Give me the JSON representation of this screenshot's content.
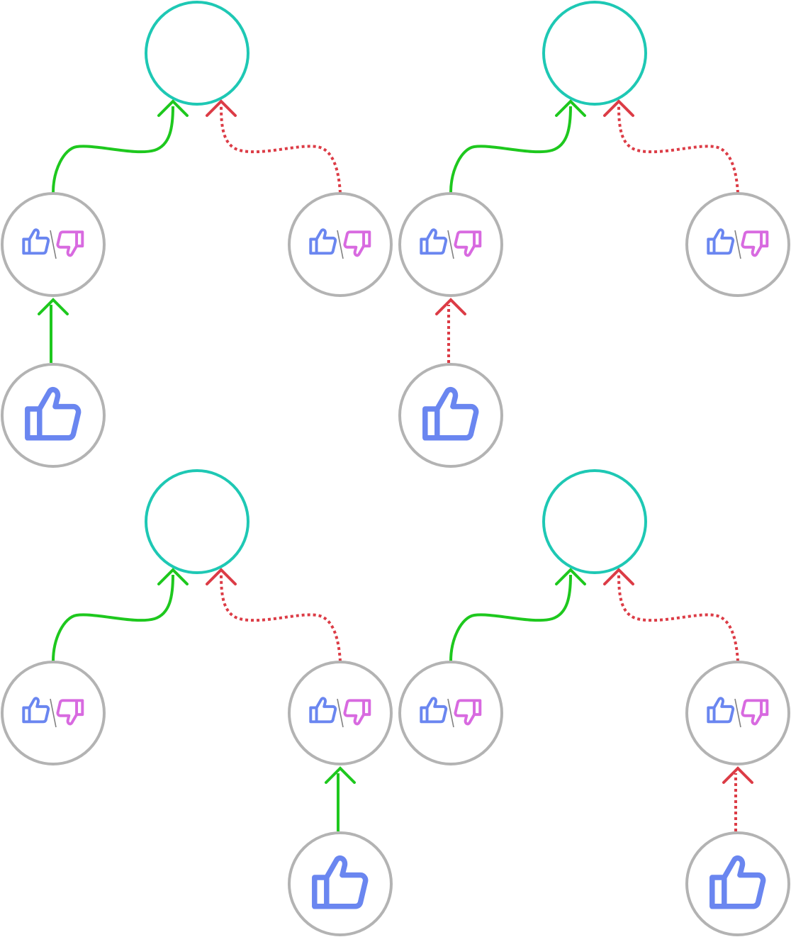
{
  "colors": {
    "target_stroke": "#1ec8b4",
    "node_stroke": "#b3b3b3",
    "positive_edge": "#1ec81e",
    "negative_edge": "#dc3c46",
    "thumb_up": "#6a86f0",
    "thumb_down": "#d86ae0",
    "separator": "#808080",
    "background": "#ffffff"
  },
  "icons": {
    "mixed_vote": [
      "thumbs-up-icon",
      "thumbs-down-icon"
    ],
    "upvote": "thumbs-up-icon"
  },
  "panels": [
    {
      "id": "top-left",
      "left_edge": "positive",
      "right_edge": "negative",
      "input_under": "left",
      "input_edge": "positive"
    },
    {
      "id": "top-right",
      "left_edge": "positive",
      "right_edge": "negative",
      "input_under": "left",
      "input_edge": "negative"
    },
    {
      "id": "bottom-left",
      "left_edge": "positive",
      "right_edge": "negative",
      "input_under": "right",
      "input_edge": "positive"
    },
    {
      "id": "bottom-right",
      "left_edge": "positive",
      "right_edge": "negative",
      "input_under": "right",
      "input_edge": "negative"
    }
  ]
}
